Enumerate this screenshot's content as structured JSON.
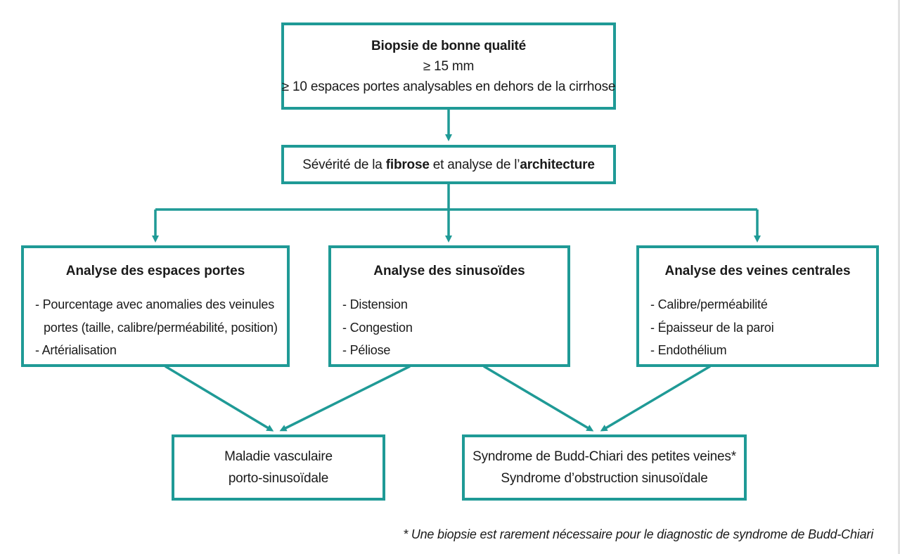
{
  "top_box": {
    "title": "Biopsie de bonne qualité",
    "line1": "≥ 15 mm",
    "line2": "≥ 10 espaces portes analysables en dehors de la cirrhose"
  },
  "second_box": {
    "text_a": "Sévérité de la ",
    "text_b": "fibrose",
    "text_c": " et analyse de l’",
    "text_d": "architecture"
  },
  "analyses": [
    {
      "title": "Analyse des espaces portes",
      "items": [
        "- Pourcentage avec anomalies des veinules",
        "portes (taille, calibre/perméabilité, position)",
        "- Artérialisation"
      ]
    },
    {
      "title": "Analyse des sinusoïdes",
      "items": [
        "- Distension",
        "- Congestion",
        "- Péliose"
      ]
    },
    {
      "title": "Analyse des veines centrales",
      "items": [
        "- Calibre/perméabilité",
        "- Épaisseur de la paroi",
        "- Endothélium"
      ]
    }
  ],
  "outcomes": [
    {
      "line1": "Maladie vasculaire",
      "line2": "porto-sinusoïdale"
    },
    {
      "line1": "Syndrome de Budd-Chiari des petites veines*",
      "line2": "Syndrome d’obstruction sinusoïdale"
    }
  ],
  "footnote": "* Une biopsie est rarement nécessaire pour le diagnostic de syndrome de Budd-Chiari",
  "colors": {
    "accent": "#1f9a96",
    "text": "#1a1a1a"
  }
}
